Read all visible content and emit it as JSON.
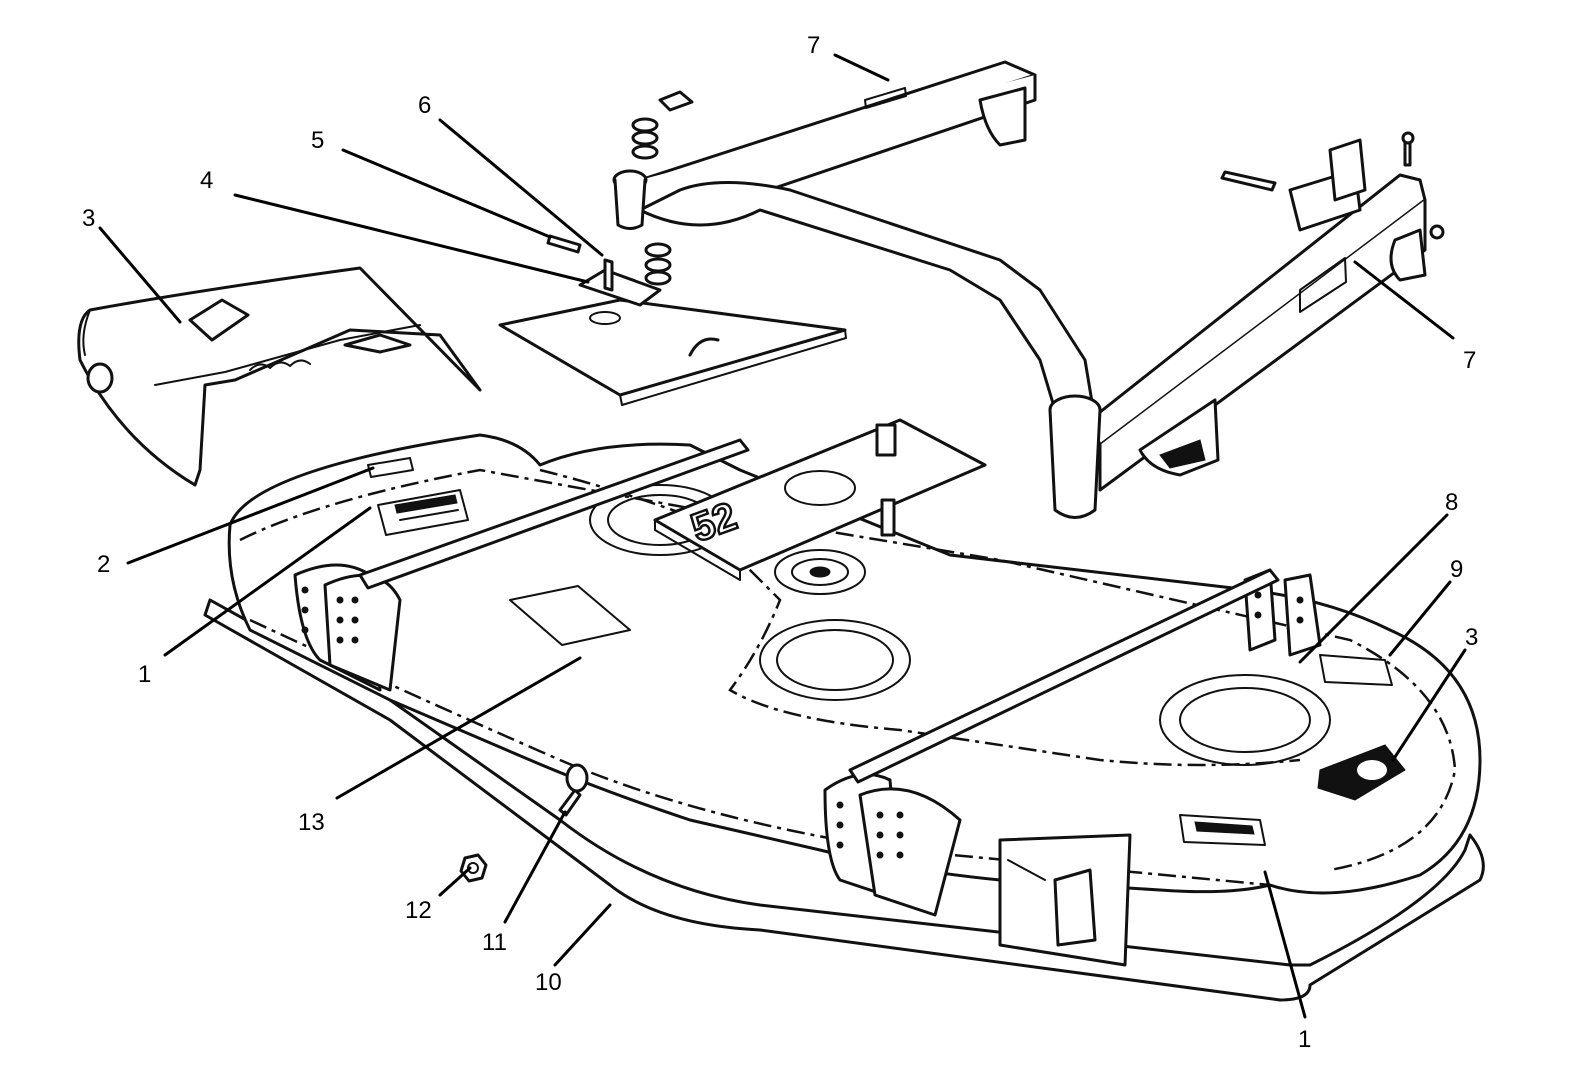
{
  "diagram": {
    "deck_stamp": "52",
    "callouts": [
      {
        "id": "c7a",
        "label": "7"
      },
      {
        "id": "c6",
        "label": "6"
      },
      {
        "id": "c5",
        "label": "5"
      },
      {
        "id": "c4",
        "label": "4"
      },
      {
        "id": "c3a",
        "label": "3"
      },
      {
        "id": "c7b",
        "label": "7"
      },
      {
        "id": "c8",
        "label": "8"
      },
      {
        "id": "c9",
        "label": "9"
      },
      {
        "id": "c3b",
        "label": "3"
      },
      {
        "id": "c2",
        "label": "2"
      },
      {
        "id": "c1a",
        "label": "1"
      },
      {
        "id": "c13",
        "label": "13"
      },
      {
        "id": "c11",
        "label": "11"
      },
      {
        "id": "c12",
        "label": "12"
      },
      {
        "id": "c10",
        "label": "10"
      },
      {
        "id": "c1b",
        "label": "1"
      }
    ]
  }
}
